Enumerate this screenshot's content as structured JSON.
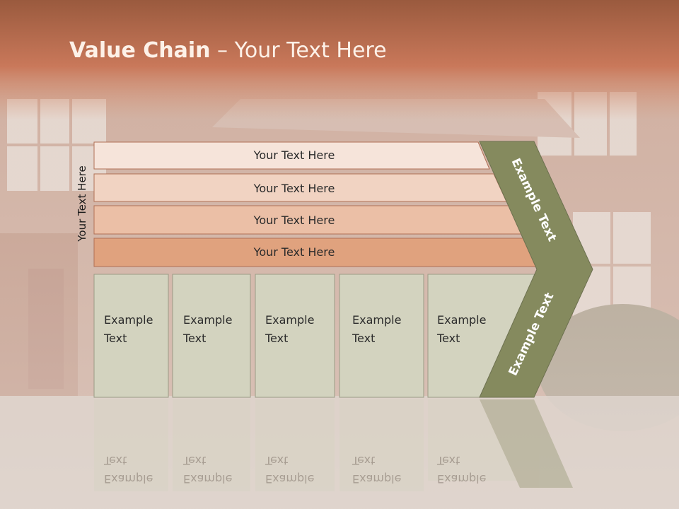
{
  "title": {
    "bold": "Value Chain",
    "separator": " – ",
    "rest": "Your Text Here"
  },
  "side_label": "Your Text Here",
  "rows": [
    {
      "label": "Your Text Here"
    },
    {
      "label": "Your Text Here"
    },
    {
      "label": "Your Text Here"
    },
    {
      "label": "Your Text Here"
    }
  ],
  "boxes": [
    {
      "line1": "Example",
      "line2": "Text"
    },
    {
      "line1": "Example",
      "line2": "Text"
    },
    {
      "line1": "Example",
      "line2": "Text"
    },
    {
      "line1": "Example",
      "line2": "Text"
    },
    {
      "line1": "Example",
      "line2": "Text"
    }
  ],
  "arrow": {
    "upper_label": "Example Text",
    "lower_label": "Example Text"
  },
  "colors": {
    "header": "#c9785a",
    "row1": "#f6e4da",
    "row2": "#f1d3c2",
    "row3": "#ebbfa6",
    "row4": "#e0a27e",
    "box_fill": "#d3d3bf",
    "arrow_fill": "#858a5e"
  }
}
